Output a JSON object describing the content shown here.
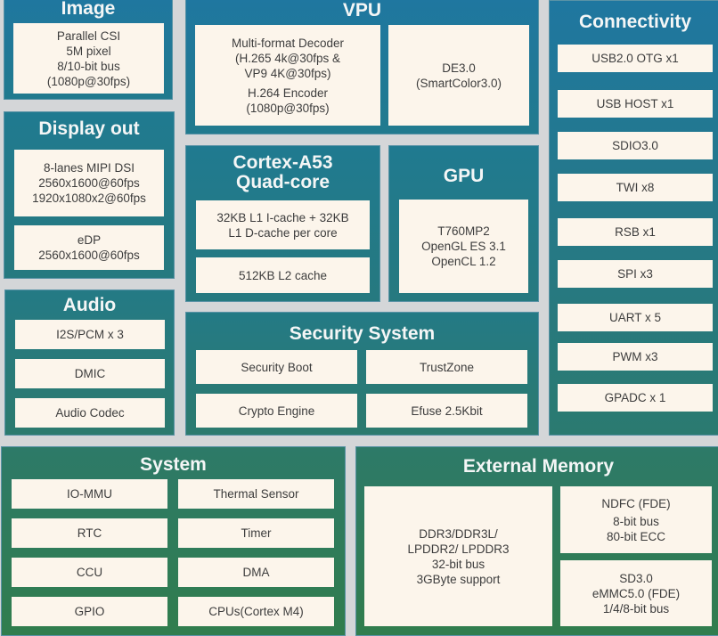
{
  "image": {
    "title": "Image",
    "cells": [
      [
        "Parallel CSI",
        "5M pixel",
        "8/10-bit bus",
        "(1080p@30fps)"
      ]
    ]
  },
  "vpu": {
    "title": "VPU",
    "decoder": [
      "Multi-format Decoder",
      "(H.265 4k@30fps &",
      "VP9 4K@30fps)"
    ],
    "encoder": [
      "H.264 Encoder",
      "(1080p@30fps)"
    ],
    "de": [
      "DE3.0",
      "(SmartColor3.0)"
    ]
  },
  "connectivity": {
    "title": "Connectivity",
    "items": [
      "USB2.0 OTG x1",
      "USB HOST x1",
      "SDIO3.0",
      "TWI x8",
      "RSB x1",
      "SPI x3",
      "UART x 5",
      "PWM x3",
      "GPADC  x 1"
    ]
  },
  "display_out": {
    "title": "Display out",
    "mipi": [
      "8-lanes MIPI DSI",
      "2560x1600@60fps",
      "1920x1080x2@60fps"
    ],
    "edp": [
      "eDP",
      "2560x1600@60fps"
    ]
  },
  "cpu": {
    "title_line1": "Cortex-A53",
    "title_line2": "Quad-core",
    "l1": [
      "32KB L1 I-cache + 32KB",
      "L1 D-cache per core"
    ],
    "l2": "512KB L2 cache"
  },
  "gpu": {
    "title": "GPU",
    "lines": [
      "T760MP2",
      "OpenGL ES 3.1",
      "OpenCL 1.2"
    ]
  },
  "audio": {
    "title": "Audio",
    "items": [
      "I2S/PCM x 3",
      "DMIC",
      "Audio Codec"
    ]
  },
  "security": {
    "title": "Security System",
    "items": [
      "Security Boot",
      "TrustZone",
      "Crypto Engine",
      "Efuse 2.5Kbit"
    ]
  },
  "system": {
    "title": "System",
    "items": [
      "IO-MMU",
      "Thermal Sensor",
      "RTC",
      "Timer",
      "CCU",
      "DMA",
      "GPIO",
      "CPUs(Cortex M4)"
    ]
  },
  "external_memory": {
    "title": "External Memory",
    "dram": [
      "DDR3/DDR3L/",
      "LPDDR2/ LPDDR3",
      "32-bit  bus",
      "3GByte support"
    ],
    "ndfc": [
      "NDFC (FDE)",
      "8-bit bus",
      "80-bit ECC"
    ],
    "sd": [
      "SD3.0",
      "eMMC5.0 (FDE)",
      "1/4/8-bit  bus"
    ]
  }
}
